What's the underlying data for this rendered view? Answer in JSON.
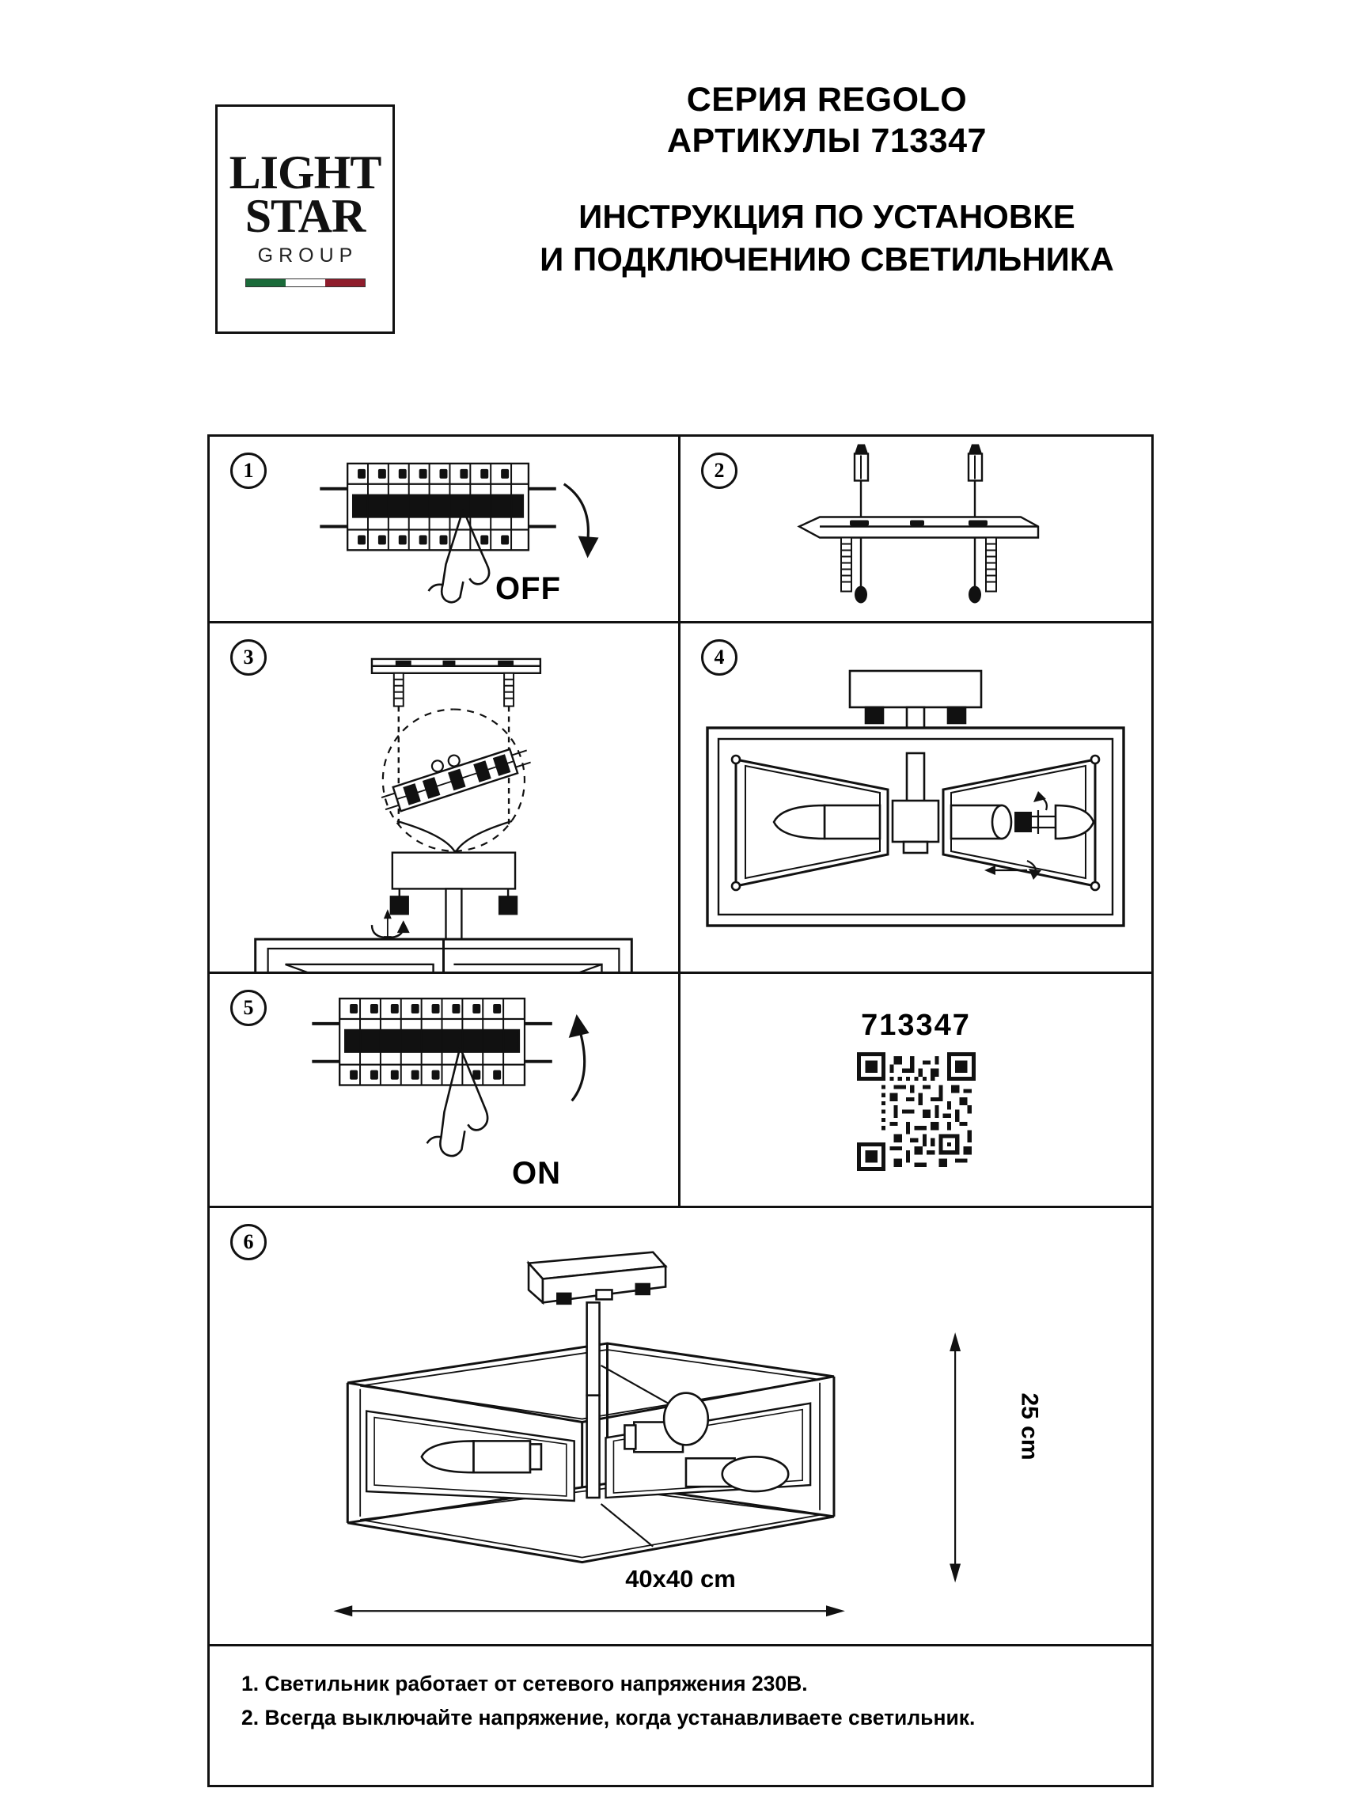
{
  "brand": {
    "logo_line1": "LIGHT",
    "logo_line2": "STAR",
    "logo_group": "GROUP",
    "flag_colors": [
      "#1b6b3a",
      "#ffffff",
      "#8f1d2c"
    ]
  },
  "header": {
    "series": "СЕРИЯ REGOLO",
    "articles": "АРТИКУЛЫ 713347",
    "title_line1": "ИНСТРУКЦИЯ ПО УСТАНОВКЕ",
    "title_line2": "И ПОДКЛЮЧЕНИЮ СВЕТИЛЬНИКА"
  },
  "steps": [
    {
      "number": "1",
      "label": "OFF",
      "caption": "breaker-panel-switch-off"
    },
    {
      "number": "2",
      "label": "",
      "caption": "mounting-bracket-screws-dowels"
    },
    {
      "number": "3",
      "label": "",
      "caption": "attach-fixture-wiring-detail"
    },
    {
      "number": "4",
      "label": "",
      "caption": "install-bulbs-in-cage"
    },
    {
      "number": "5",
      "label": "ON",
      "caption": "breaker-panel-switch-on"
    },
    {
      "number": "6",
      "label": "",
      "caption": "finished-fixture-dimensions"
    }
  ],
  "qr_panel": {
    "article_number": "713347",
    "icon": "qr-code-icon"
  },
  "dimensions": {
    "height": "25 cm",
    "width": "40x40 cm"
  },
  "notes": [
    "1. Светильник работает от сетевого напряжения 230В.",
    "2. Всегда выключайте напряжение, когда устанавливаете светильник."
  ]
}
